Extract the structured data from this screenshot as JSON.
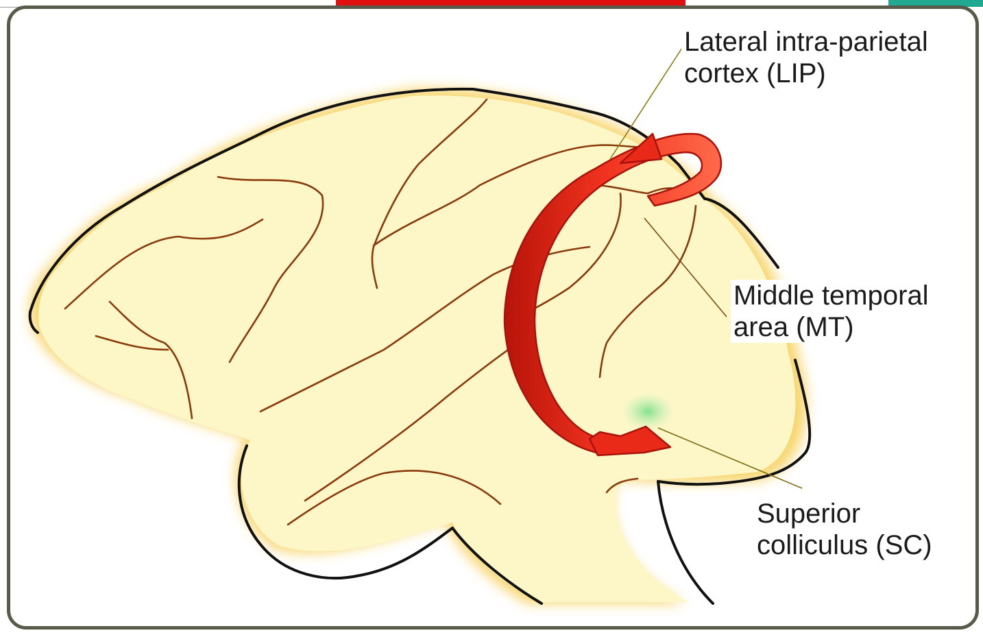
{
  "colors": {
    "frame": "#5a5a4a",
    "brain_fill": "#fdf7c8",
    "brain_glow": "#f6cf55",
    "outline": "#111111",
    "sulcus": "#8a3a0a",
    "arrow": "#e8261a",
    "arrow_dark": "#a81208",
    "leader_lip": "#8c7a10",
    "leader_mt": "#7a4a10",
    "leader_sc": "#7a6a10",
    "sc_spot": "#8fe39a",
    "top_red": "#e01010",
    "top_teal": "#20a890"
  },
  "labels": {
    "lip": {
      "line1": "Lateral intra-parietal",
      "line2": "cortex (LIP)"
    },
    "mt": {
      "line1": "Middle temporal",
      "line2": "area (MT)"
    },
    "sc": {
      "line1": "Superior",
      "line2": "colliculus (SC)"
    }
  }
}
